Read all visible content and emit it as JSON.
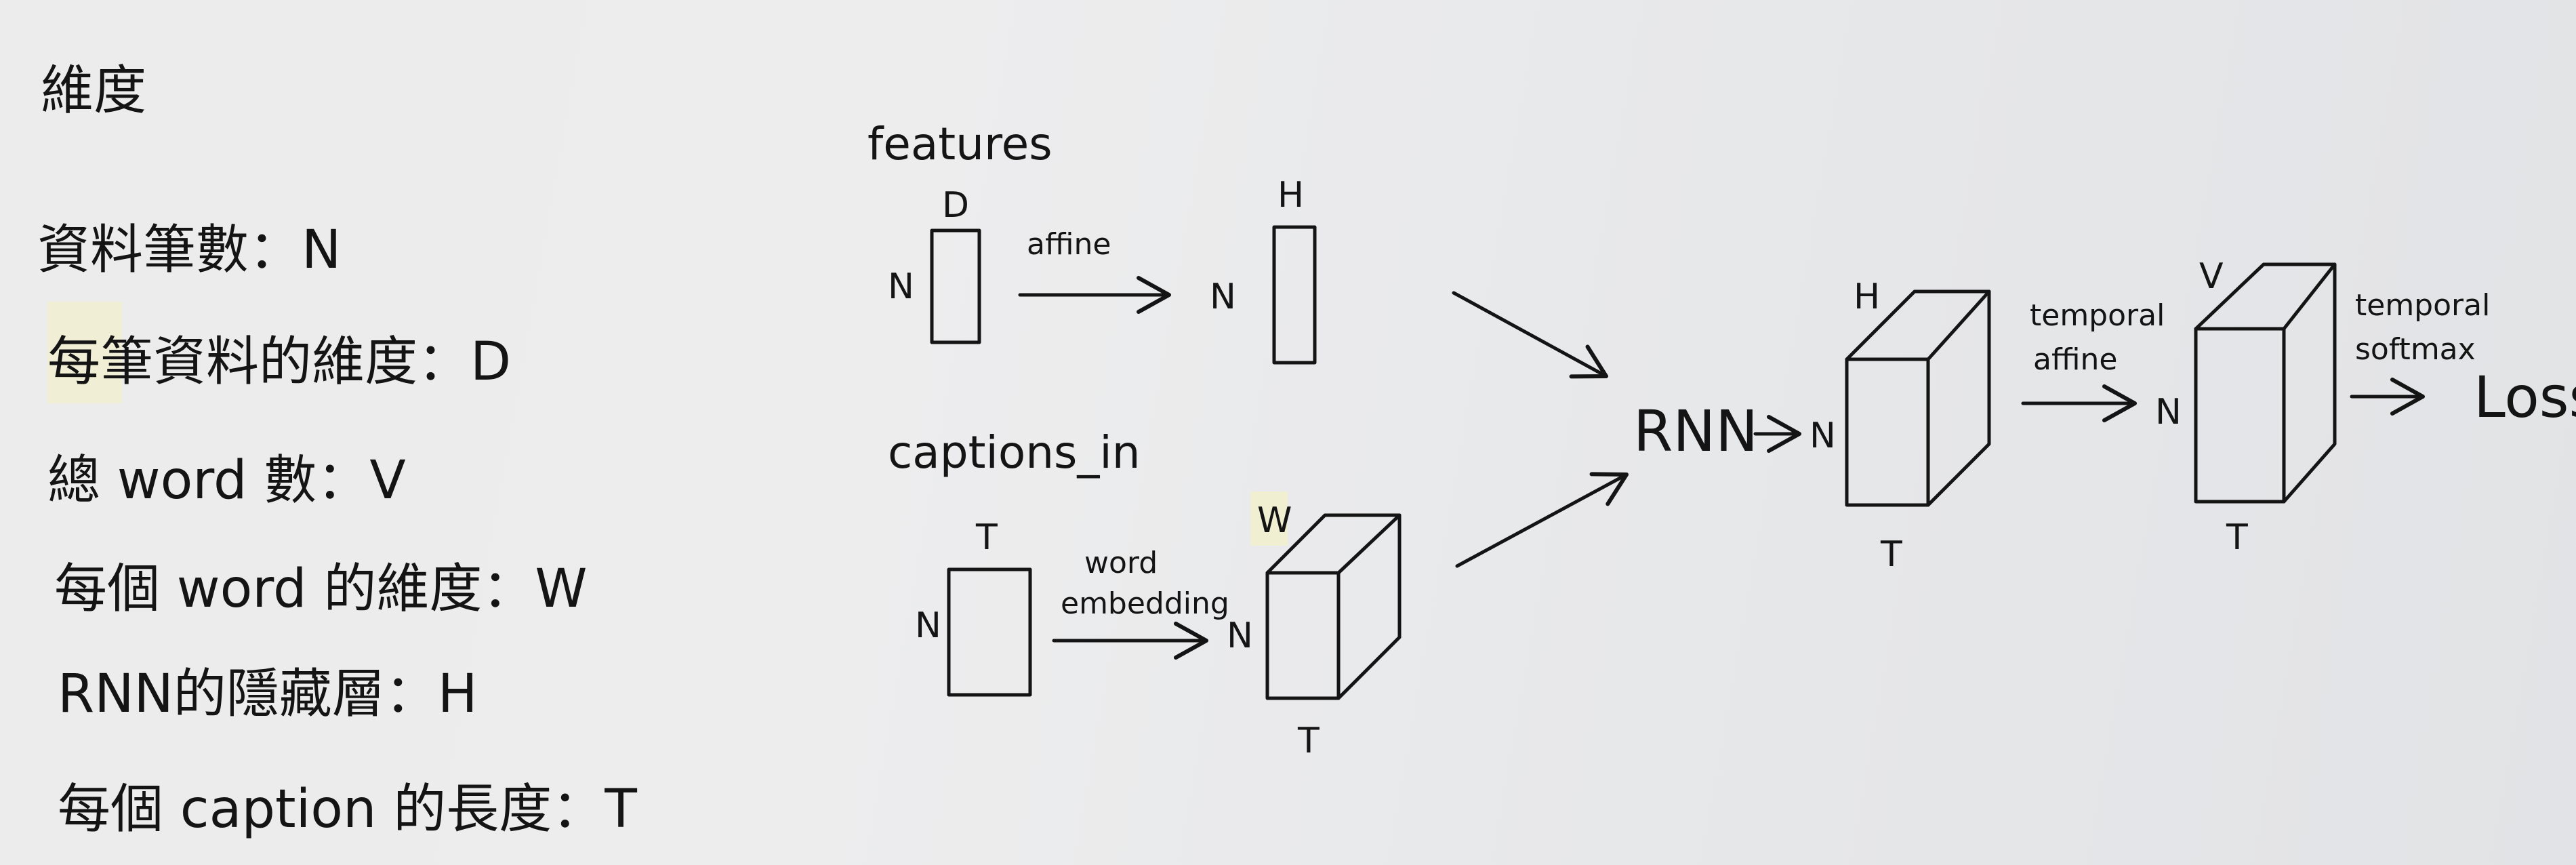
{
  "legend": {
    "title": "維度",
    "lines": [
      "資料筆數：N",
      "每筆資料的維度：D",
      "總 word 數：V",
      "每個 word 的維度：W",
      "RNN的隱藏層：H",
      "每個 caption 的長度：T"
    ]
  },
  "inputs": {
    "features": {
      "title": "features",
      "rows_label": "N",
      "cols_label": "D",
      "op_label": "affine",
      "out_rows_label": "N",
      "out_cols_label": "H"
    },
    "captions": {
      "title": "captions_in",
      "rows_label": "N",
      "cols_label": "T",
      "op_label_line1": "word",
      "op_label_line2": "embedding",
      "out_rows_label": "N",
      "out_depth_label": "W",
      "out_cols_label": "T"
    }
  },
  "pipeline": {
    "rnn_label": "RNN",
    "hidden": {
      "rows_label": "N",
      "depth_label": "H",
      "cols_label": "T"
    },
    "affine_label_line1": "temporal",
    "affine_label_line2": "affine",
    "scores": {
      "rows_label": "N",
      "depth_label": "V",
      "cols_label": "T"
    },
    "softmax_label_line1": "temporal",
    "softmax_label_line2": "softmax",
    "loss_label": "Loss"
  }
}
